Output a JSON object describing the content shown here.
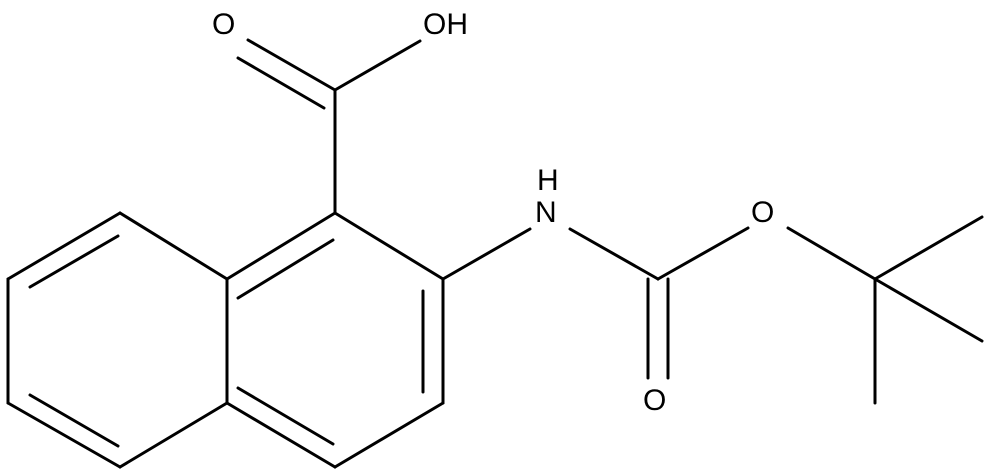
{
  "molecule": {
    "atoms": {
      "carbonyl_O": "O",
      "hydroxyl": "OH",
      "amine_H": "H",
      "amine_N": "N",
      "ester_O": "O",
      "carbamate_O": "O"
    }
  }
}
